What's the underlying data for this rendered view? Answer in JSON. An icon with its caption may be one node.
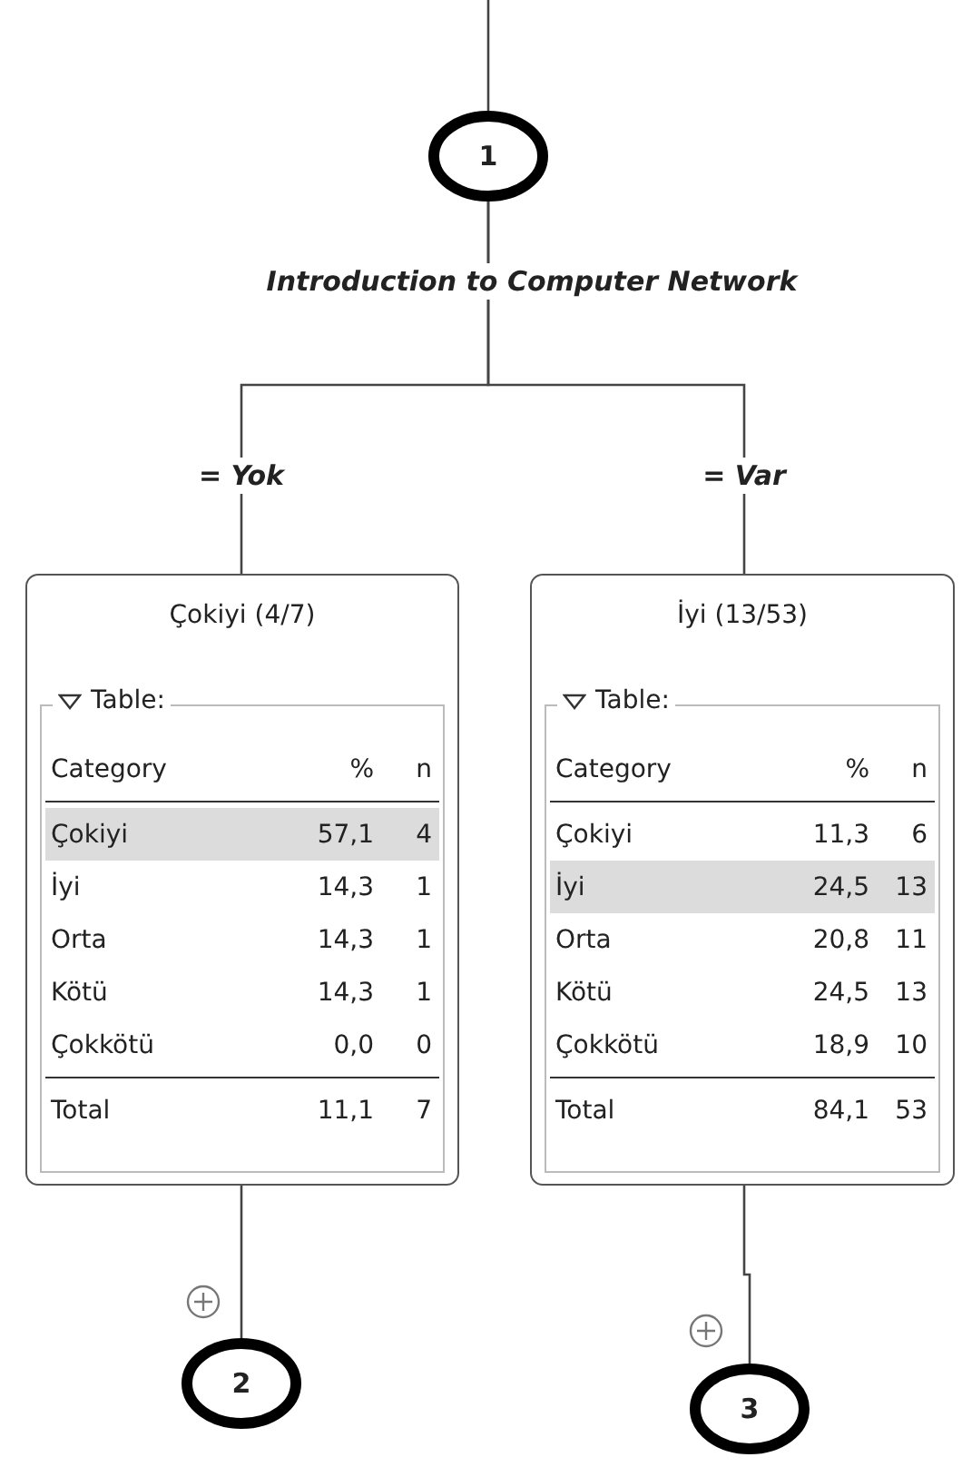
{
  "diagram": {
    "nodes": [
      {
        "text": [
          "1"
        ],
        "beside": [
          "Introduction to Computer Network"
        ]
      },
      {
        "text": [
          "Çokiyi (4/7)",
          "Table:",
          "Category",
          "%",
          "n",
          "Çokiyi",
          "57,1",
          "4",
          "İyi",
          "14,3",
          "1",
          "Orta",
          "14,3",
          "1",
          "Kötü",
          "14,3",
          "1",
          "Çokkötü",
          "0,0",
          "0",
          "Total",
          "11,1",
          "7"
        ]
      },
      {
        "text": [
          "İyi (13/53)",
          "Table:",
          "Category",
          "%",
          "n",
          "Çokiyi",
          "11,3",
          "6",
          "İyi",
          "24,5",
          "13",
          "Orta",
          "20,8",
          "11",
          "Kötü",
          "24,5",
          "13",
          "Çokkötü",
          "18,9",
          "10",
          "Total",
          "84,1",
          "53"
        ]
      },
      {
        "text": [
          "2"
        ]
      },
      {
        "text": [
          "3"
        ]
      }
    ],
    "edges": [
      {
        "from": null,
        "to": 0,
        "arrow": "none"
      },
      {
        "from": 0,
        "to": 1,
        "label": "= Yok",
        "arrow": "none"
      },
      {
        "from": 0,
        "to": 2,
        "label": "= Var",
        "arrow": "none"
      },
      {
        "from": 1,
        "to": 3,
        "arrow": "none"
      },
      {
        "from": 2,
        "to": 4,
        "arrow": "none"
      }
    ]
  }
}
